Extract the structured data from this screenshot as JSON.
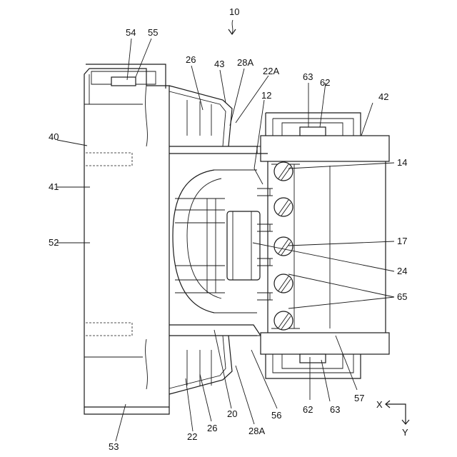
{
  "figure": {
    "assembly_ref": "10",
    "axes": {
      "x": "X",
      "y": "Y"
    }
  },
  "labels": [
    {
      "id": "54",
      "text": "54"
    },
    {
      "id": "55",
      "text": "55"
    },
    {
      "id": "26",
      "text": "26"
    },
    {
      "id": "43",
      "text": "43"
    },
    {
      "id": "28A",
      "text": "28A"
    },
    {
      "id": "22A",
      "text": "22A"
    },
    {
      "id": "12",
      "text": "12"
    },
    {
      "id": "63",
      "text": "63"
    },
    {
      "id": "62",
      "text": "62"
    },
    {
      "id": "42",
      "text": "42"
    },
    {
      "id": "40",
      "text": "40"
    },
    {
      "id": "14",
      "text": "14"
    },
    {
      "id": "41",
      "text": "41"
    },
    {
      "id": "52",
      "text": "52"
    },
    {
      "id": "17",
      "text": "17"
    },
    {
      "id": "24",
      "text": "24"
    },
    {
      "id": "65",
      "text": "65"
    },
    {
      "id": "62b",
      "text": "62"
    },
    {
      "id": "63b",
      "text": "63"
    },
    {
      "id": "57",
      "text": "57"
    },
    {
      "id": "20",
      "text": "20"
    },
    {
      "id": "56",
      "text": "56"
    },
    {
      "id": "22",
      "text": "22"
    },
    {
      "id": "26b",
      "text": "26"
    },
    {
      "id": "28Ab",
      "text": "28A"
    },
    {
      "id": "53",
      "text": "53"
    }
  ]
}
